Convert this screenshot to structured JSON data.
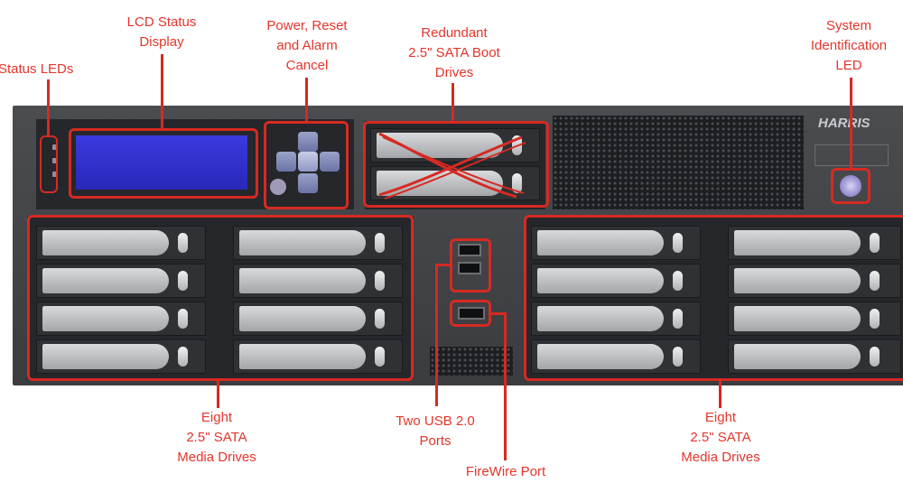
{
  "device": {
    "brand": "HARRIS"
  },
  "callouts": {
    "status_leds": "Status LEDs",
    "lcd_line1": "LCD Status",
    "lcd_line2": "Display",
    "power_line1": "Power, Reset",
    "power_line2": "and Alarm",
    "power_line3": "Cancel",
    "boot_line1": "Redundant",
    "boot_line2": "2.5\" SATA Boot",
    "boot_line3": "Drives",
    "sysid_line1": "System",
    "sysid_line2": "Identification",
    "sysid_line3": "LED",
    "left_drives_line1": "Eight",
    "left_drives_line2": "2.5\" SATA",
    "left_drives_line3": "Media Drives",
    "usb_line1": "Two USB 2.0",
    "usb_line2": "Ports",
    "firewire": "FireWire Port",
    "right_drives_line1": "Eight",
    "right_drives_line2": "2.5\" SATA",
    "right_drives_line3": "Media Drives"
  },
  "colors": {
    "annotation": "#d62a22",
    "lcd": "#2f2fd0",
    "chassis": "#3f4145"
  }
}
